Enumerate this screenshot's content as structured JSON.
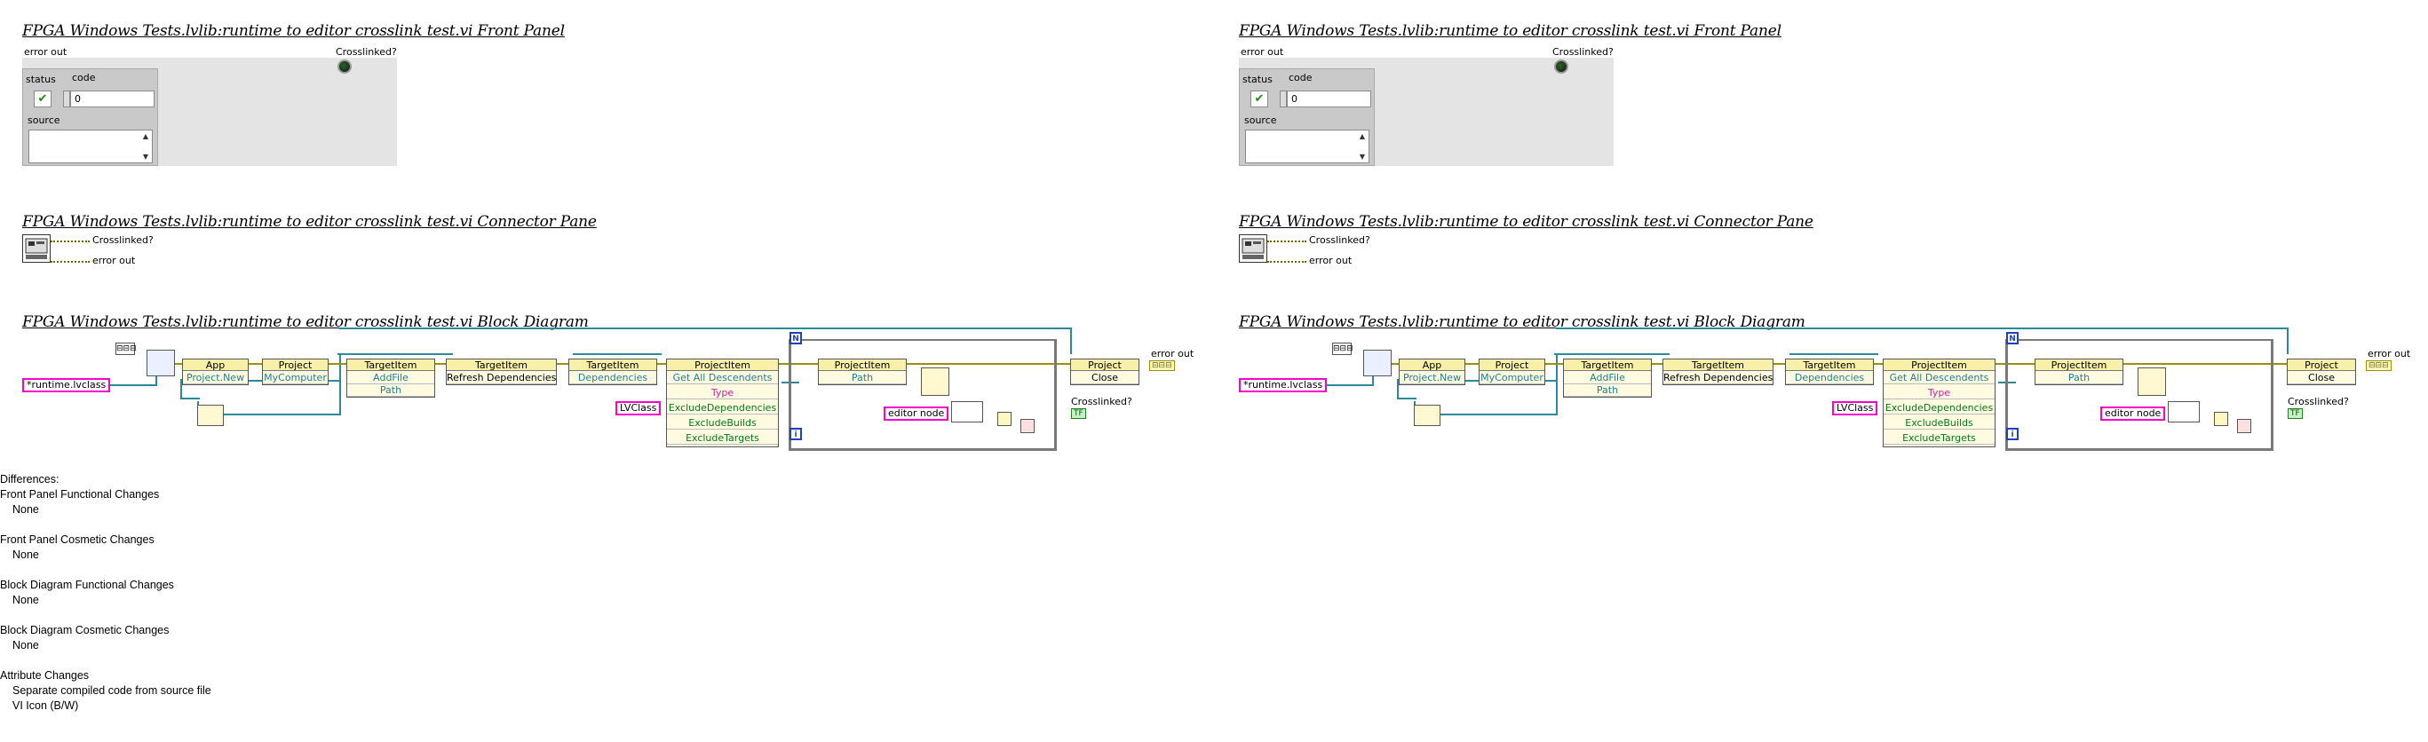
{
  "left": {
    "front_panel_title": "FPGA Windows Tests.lvlib:runtime to editor crosslink test.vi Front Panel",
    "connector_title": "FPGA Windows Tests.lvlib:runtime to editor crosslink test.vi Connector Pane",
    "block_title": "FPGA Windows Tests.lvlib:runtime to editor crosslink test.vi Block Diagram"
  },
  "right": {
    "front_panel_title": "FPGA Windows Tests.lvlib:runtime to editor crosslink test.vi Front Panel",
    "connector_title": "FPGA Windows Tests.lvlib:runtime to editor crosslink test.vi Connector Pane",
    "block_title": "FPGA Windows Tests.lvlib:runtime to editor crosslink test.vi Block Diagram"
  },
  "front_panel": {
    "error_out_label": "error out",
    "status_label": "status",
    "status_check": "✔",
    "code_label": "code",
    "code_value": "0",
    "source_label": "source",
    "crosslinked_label": "Crosslinked?",
    "scroll_up": "▲",
    "scroll_down": "▼"
  },
  "connector": {
    "terminal_1": "Crosslinked?",
    "terminal_2": "error out"
  },
  "block": {
    "const_runtime": "*runtime.lvclass",
    "const_lvclass": "LVClass",
    "const_editor_node": "editor node",
    "app_head": "App",
    "app_row": "Project.New",
    "project_head": "Project",
    "project_row": "MyComputer",
    "targetitem1_head": "TargetItem",
    "targetitem1_row1": "AddFile",
    "targetitem1_row2": "Path",
    "targetitem2_head": "TargetItem",
    "targetitem2_row": "Refresh Dependencies",
    "targetitem3_head": "TargetItem",
    "targetitem3_row": "Dependencies",
    "projectitem1_head": "ProjectItem",
    "projectitem1_row1": "Get All Descendents",
    "projectitem1_row2": "Type",
    "projectitem1_row3": "ExcludeDependencies",
    "projectitem1_row4": "ExcludeBuilds",
    "projectitem1_row5": "ExcludeTargets",
    "projectitem2_head": "ProjectItem",
    "projectitem2_row": "Path",
    "projectclose_head": "Project",
    "projectclose_row": "Close",
    "loop_n": "N",
    "loop_i": "i",
    "term_error_out": "error out",
    "term_crosslinked": "Crosslinked?",
    "tf_label": "TF",
    "error_cluster_label": "⊟⊟⊟"
  },
  "differences": {
    "heading": "Differences:",
    "groups": [
      {
        "title": "Front Panel Functional Changes",
        "items": [
          "None"
        ]
      },
      {
        "title": "Front Panel Cosmetic Changes",
        "items": [
          "None"
        ]
      },
      {
        "title": "Block Diagram Functional Changes",
        "items": [
          "None"
        ]
      },
      {
        "title": "Block Diagram Cosmetic Changes",
        "items": [
          "None"
        ]
      },
      {
        "title": "Attribute Changes",
        "items": [
          "Separate compiled code from source file",
          "VI Icon (B/W)"
        ]
      }
    ]
  }
}
